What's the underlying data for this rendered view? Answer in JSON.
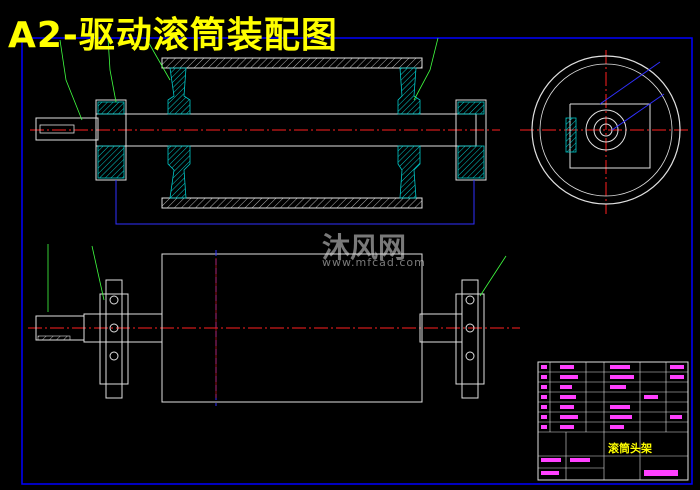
{
  "drawing": {
    "title": "A2-驱动滚筒装配图",
    "border_color": "#0000ff",
    "accent": "#ffff00"
  },
  "watermark": {
    "text": "沐风网",
    "url": "www.mfcad.com"
  },
  "title_block": {
    "name": "滚筒头架"
  }
}
